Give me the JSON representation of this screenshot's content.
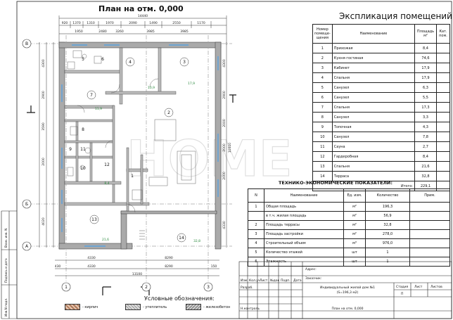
{
  "plan": {
    "title": "План на отм. 0,000",
    "overall_width_top": "14440",
    "overall_width_bottom": "13100",
    "top_dims": [
      "920",
      "1370",
      "1310",
      "1970",
      "2090",
      "1490",
      "2550",
      "1170"
    ],
    "top_dims2": [
      "1950",
      "2480",
      "3260",
      "3985",
      "3985"
    ],
    "bottom_dims": [
      "4330",
      "8290"
    ],
    "bottom_dims2": [
      "430",
      "4330",
      "8290",
      "150"
    ],
    "left_dims": [
      "4300",
      "2900",
      "3590",
      "2000",
      "4020"
    ],
    "right_dims": [
      "4300",
      "2900",
      "2000",
      "2000",
      "10510",
      "2000",
      "4330"
    ],
    "axis_letters": [
      "В",
      "Б",
      "А"
    ],
    "axis_numbers": [
      "1",
      "2",
      "3"
    ],
    "room_numbers": [
      "1",
      "2",
      "3",
      "4",
      "5",
      "6",
      "7",
      "8",
      "9",
      "10",
      "11",
      "12",
      "13",
      "14"
    ],
    "area_labels": [
      "10,9",
      "17,9",
      "11,9",
      "8,4",
      "21,6",
      "32,8"
    ],
    "watermark": "HOME"
  },
  "explication": {
    "title": "Экспликация помещений",
    "headers": [
      "Номер помеще-щения",
      "Наименование",
      "Площадь м²",
      "Кат. пом."
    ],
    "rows": [
      [
        "1",
        "Прихожая",
        "8,4"
      ],
      [
        "2",
        "Кухня-гостиная",
        "74,6"
      ],
      [
        "3",
        "Кабинет",
        "17,9"
      ],
      [
        "4",
        "Спальня",
        "17,9"
      ],
      [
        "5",
        "Санузел",
        "6,3"
      ],
      [
        "6",
        "Санузел",
        "5,5"
      ],
      [
        "7",
        "Спальня",
        "17,3"
      ],
      [
        "8",
        "Санузел",
        "3,3"
      ],
      [
        "9",
        "Топочная",
        "4,3"
      ],
      [
        "10",
        "Санузел",
        "7,8"
      ],
      [
        "11",
        "Сауна",
        "2,7"
      ],
      [
        "12",
        "Гардеробная",
        "8,4"
      ],
      [
        "13",
        "Спальня",
        "21,6"
      ],
      [
        "14",
        "Терраса",
        "32,8"
      ]
    ],
    "total_label": "Итого:",
    "total_value": "229,1"
  },
  "tei": {
    "title": "ТЕХНИКО-ЭКОНОМИЧЕСКИЕ ПОКАЗАТЕЛИ:",
    "headers": [
      "N",
      "Наименование",
      "Ед. изм.",
      "Количество",
      "Прим."
    ],
    "rows": [
      [
        "1",
        "Общая площадь",
        "м²",
        "196,3"
      ],
      [
        "",
        "в т.ч. жилая площадь",
        "м²",
        "56,9"
      ],
      [
        "2",
        "Площадь террасы",
        "м²",
        "32,8"
      ],
      [
        "3",
        "Площадь застройки",
        "м²",
        "278,0"
      ],
      [
        "4",
        "Строительный объем",
        "м³",
        "976,0"
      ],
      [
        "5",
        "Количество этажей",
        "шт",
        "1"
      ],
      [
        "6",
        "Этажность",
        "шт",
        "1"
      ]
    ]
  },
  "title_block": {
    "address_label": "Адрес:",
    "customer_label": "Заказчик:",
    "columns": [
      "Изм",
      "Кол.уч",
      "Лист",
      "№док",
      "Подп.",
      "Дата"
    ],
    "develop_label": "Разраб.",
    "control_label": "Н.контроль",
    "project_name_line1": "Индивидуальный жилой дом №1",
    "project_name_line2": "(S=196,3 м2)",
    "sheet_name": "План на отм. 0,000",
    "stage_label": "Стадия",
    "sheet_label": "Лист",
    "sheets_label": "Листов",
    "stage_value": "П",
    "side_labels": [
      "Взам. инв. N",
      "Подпись и дата",
      "Инв.N подл."
    ]
  },
  "legend": {
    "title": "Условные обозначения:",
    "items": [
      "- кирпич",
      "- утеплитель",
      "- железобетон"
    ]
  }
}
